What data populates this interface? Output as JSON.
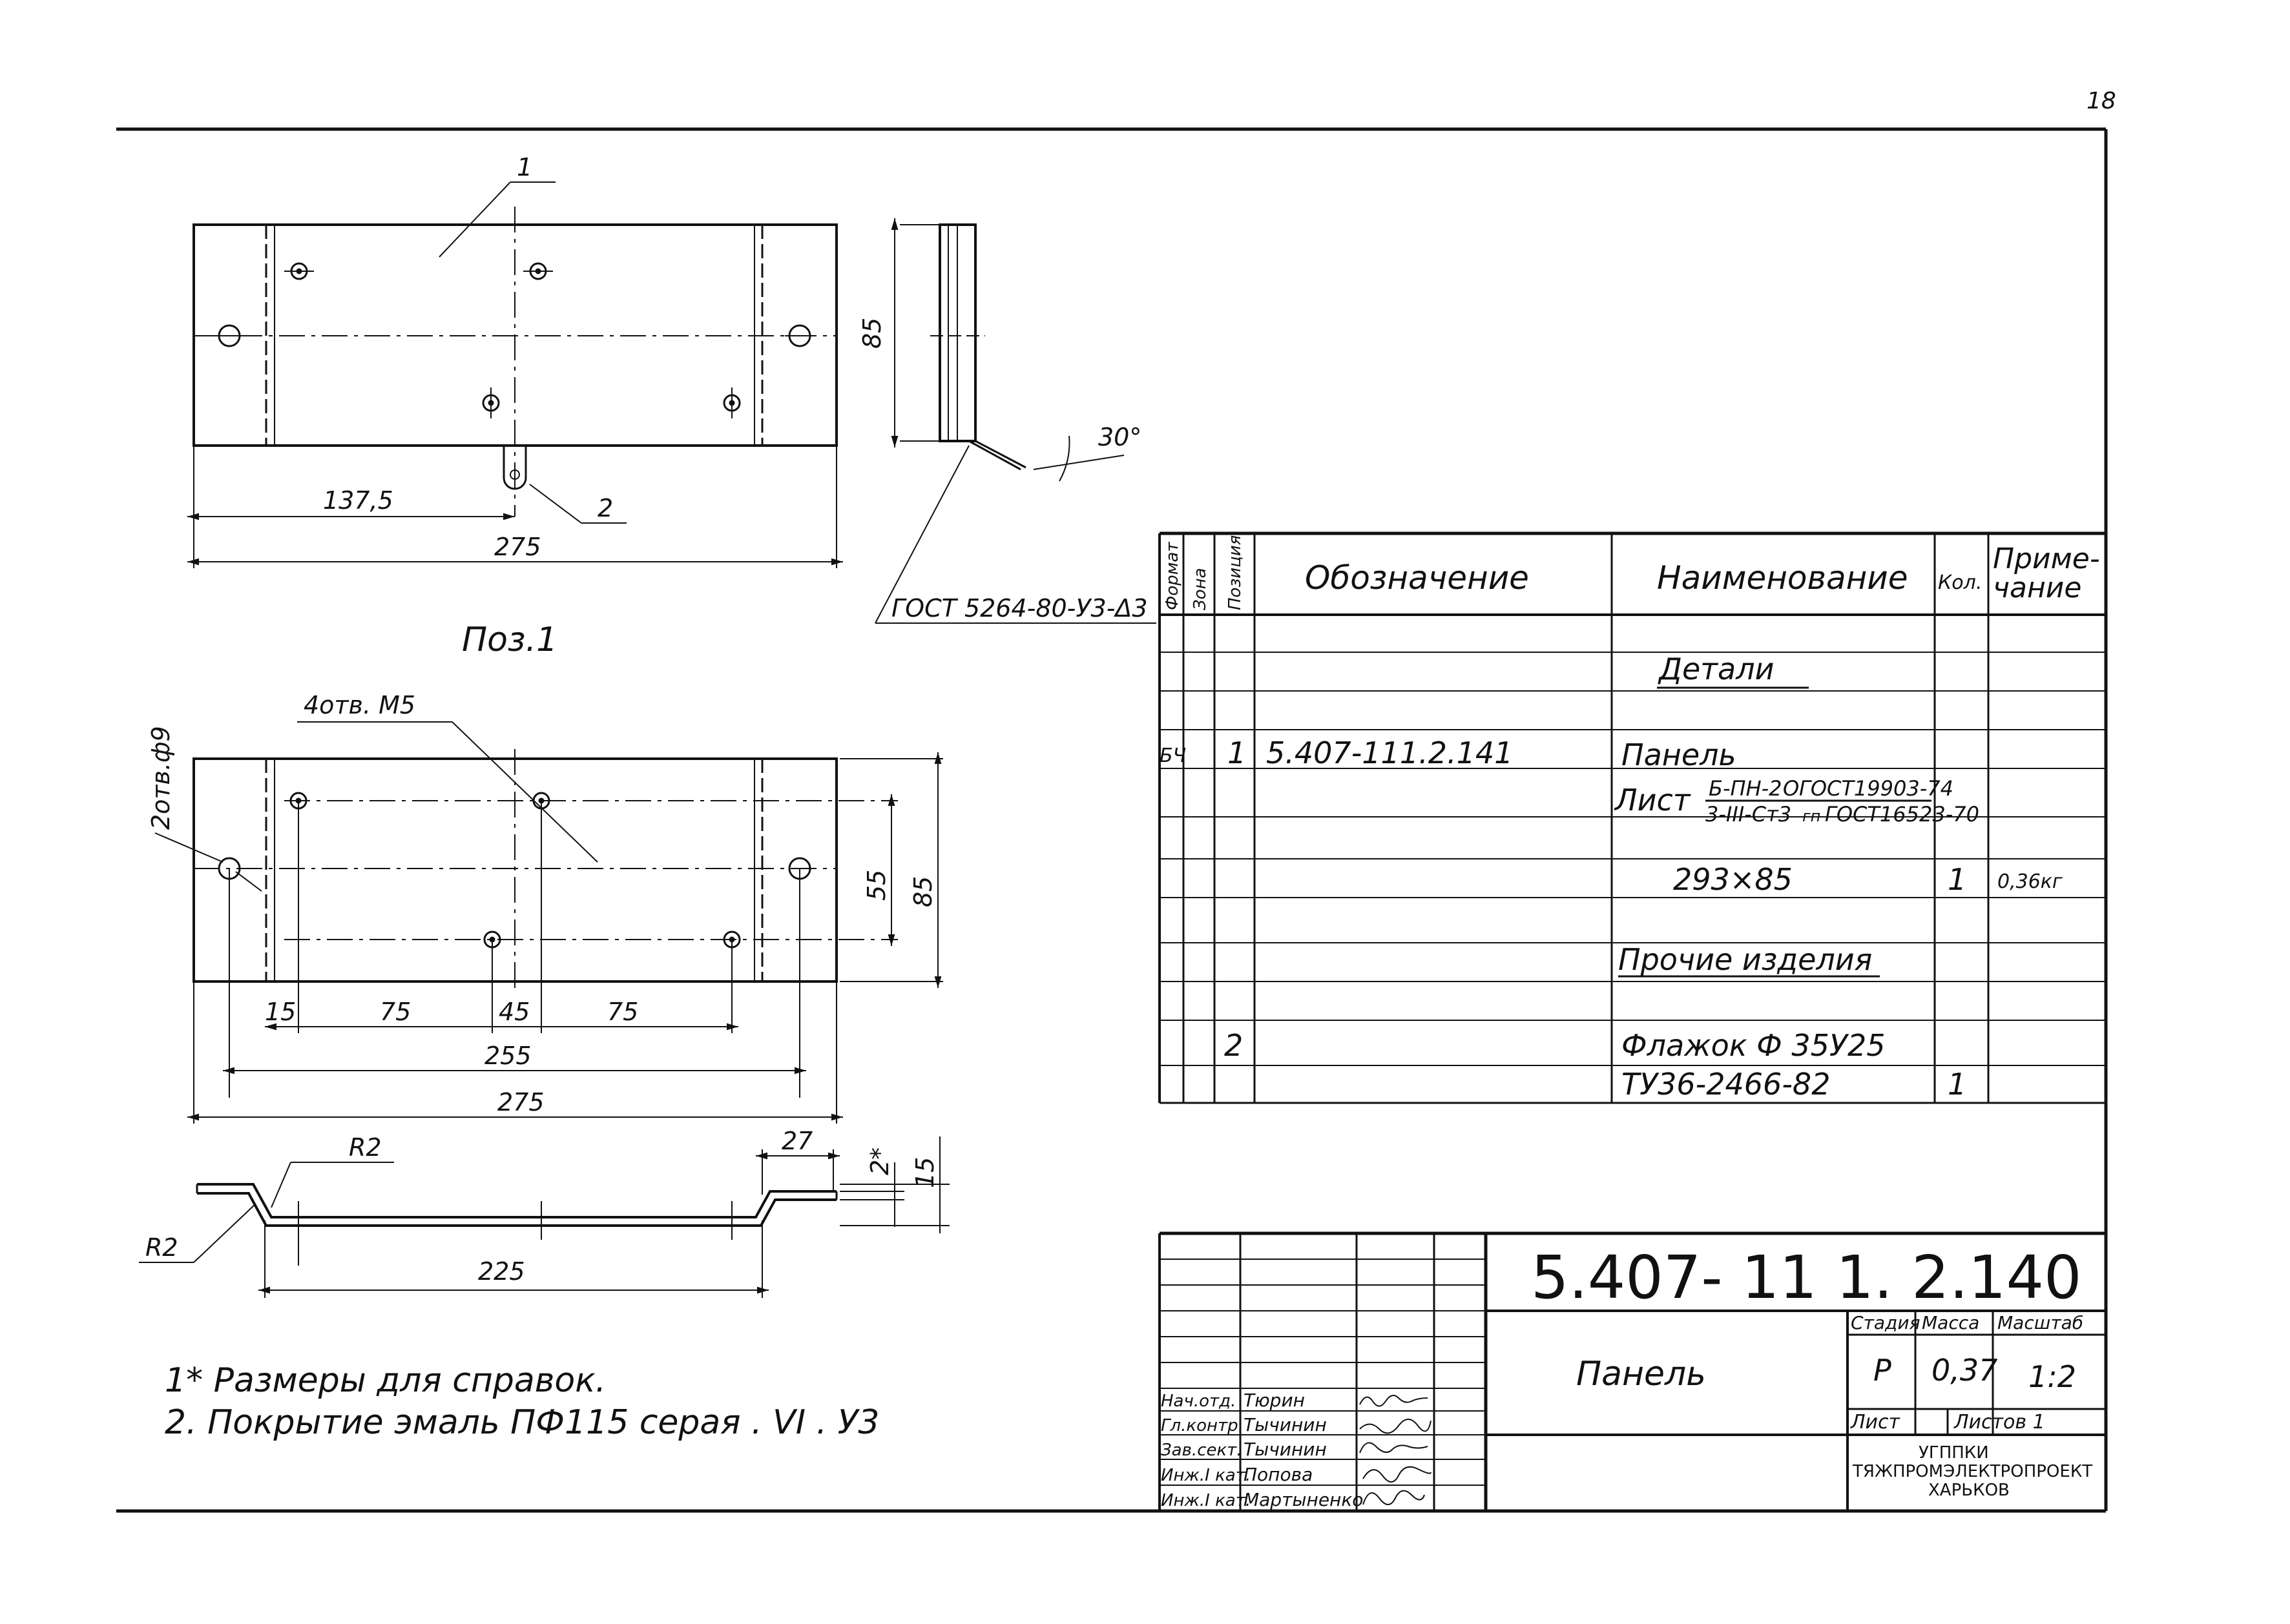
{
  "page_number": "18",
  "views": {
    "plan_label": "Поз.1",
    "callout_part1": "1",
    "callout_part2": "2",
    "top_dims": {
      "half": "137,5",
      "full": "275",
      "height": "85"
    },
    "side_dims": {
      "angle": "30°",
      "weld_std": "ГОСТ 5264-80-У3-Δ3"
    },
    "drill_dims": {
      "holes_m5": "4отв. М5",
      "holes_d9": "2отв.ф9",
      "d15": "15",
      "d75a": "75",
      "d45": "45",
      "d75b": "75",
      "d255": "255",
      "d275": "275",
      "d55": "55",
      "d85": "85"
    },
    "profile_dims": {
      "r_top": "R2",
      "r_left": "R2",
      "d27": "27",
      "d2": "2*",
      "d15": "15",
      "d225": "225"
    }
  },
  "notes": [
    "1* Размеры для справок.",
    "2. Покрытие эмаль ПФ115 серая . VI . У3"
  ],
  "spec_table": {
    "headers": {
      "format": "Формат",
      "zone": "Зона",
      "pos": "Позиция",
      "designation": "Обозначение",
      "name": "Наименование",
      "qty": "Кол.",
      "note_line1": "Приме-",
      "note_line2": "чание"
    },
    "section_details": "Детали",
    "row_panel": {
      "format": "БЧ",
      "pos": "1",
      "designation": "5.407-111.2.141",
      "name": "Панель"
    },
    "row_sheet": {
      "word": "Лист",
      "num_top": "Б-ПН-2",
      "num_top_std": "ГОСТ19903-74",
      "den": "3-III-Ст3",
      "den_mid": "гп",
      "den_std": "ГОСТ16523-70",
      "std_prefix": "О"
    },
    "row_size": {
      "name": "293×85",
      "qty": "1",
      "note": "0,36кг"
    },
    "section_other": "Прочие изделия",
    "row_flag": {
      "pos": "2",
      "name": "Флажок Ф 35У25"
    },
    "row_tu": {
      "name": "ТУ36-2466-82",
      "qty": "1"
    }
  },
  "title_block": {
    "code": "5.407- 11 1. 2.140",
    "title": "Панель",
    "stage_hdr": "Стадия",
    "mass_hdr": "Масса",
    "scale_hdr": "Масштаб",
    "stage": "Р",
    "mass": "0,37",
    "scale": "1:2",
    "sheet_lbl": "Лист",
    "sheets_lbl": "Листов 1",
    "org": [
      "УГППКИ",
      "ТЯЖПРОМЭЛЕКТРОПРОЕКТ",
      "ХАРЬКОВ"
    ],
    "signers": [
      {
        "role": "Нач.отд.",
        "name": "Тюрин"
      },
      {
        "role": "Гл.контр.",
        "name": "Тычинин"
      },
      {
        "role": "Зав.сект.",
        "name": "Тычинин"
      },
      {
        "role": "Инж.I кат.",
        "name": "Попова"
      },
      {
        "role": "Инж.I кат.",
        "name": "Мартыненко"
      }
    ]
  }
}
